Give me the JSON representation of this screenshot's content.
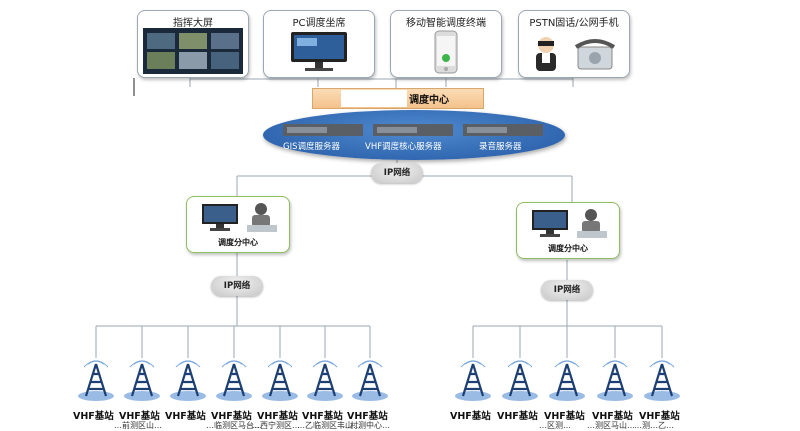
{
  "terminals": [
    {
      "title": "指挥大屏",
      "icon": "video-wall-icon"
    },
    {
      "title": "PC调度坐席",
      "icon": "pc-monitor-icon"
    },
    {
      "title": "移动智能调度终端",
      "icon": "smartphone-icon"
    },
    {
      "title": "PSTN固话/公网手机",
      "icon": "telephone-operator-icon"
    }
  ],
  "dispatch_center": {
    "label": "调度中心"
  },
  "servers": [
    "GIS调度服务器",
    "VHF调度核心服务器",
    "录音服务器"
  ],
  "network_label": "IP网络",
  "subcenters": [
    {
      "label": "调度分中心",
      "network_label": "IP网络"
    },
    {
      "label": "调度分中心",
      "network_label": "IP网络"
    }
  ],
  "left_stations": {
    "labels": [
      "VHF基站",
      "VHF基站",
      "VHF基站",
      "VHF基站",
      "VHF基站",
      "VHF基站",
      "VHF基站"
    ],
    "sublabels": [
      "",
      "…前测区山…",
      "",
      "…临测区马台…",
      "…西宁测区…",
      "…乙临测区丰山…",
      "…村测中心…"
    ]
  },
  "right_stations": {
    "labels": [
      "VHF基站",
      "VHF基站",
      "VHF基站",
      "VHF基站",
      "VHF基站"
    ],
    "sublabels": [
      "",
      "",
      "…区测…",
      "…测区马山…",
      "…测…乙…"
    ]
  },
  "colors": {
    "ellipse": "#2f6db5",
    "dispatch_bar": "#f4c28c",
    "subcenter_border": "#8fbf5f",
    "line": "#9aa7b4"
  }
}
